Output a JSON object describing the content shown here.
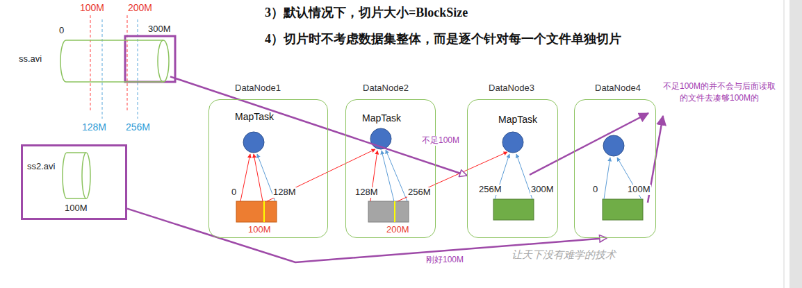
{
  "diagram": {
    "nodes": [
      {
        "text": [
          "ss.avi"
        ]
      },
      {
        "text": [
          "ss2.avi",
          "100M"
        ]
      },
      {
        "text": [
          "DataNode1",
          "MapTask"
        ]
      },
      {
        "text": [
          "DataNode2",
          "MapTask"
        ]
      },
      {
        "text": [
          "DataNode3",
          "MapTask"
        ]
      },
      {
        "text": [
          "DataNode4"
        ]
      }
    ],
    "edges": [
      {
        "from": 0,
        "to": 4,
        "arrow": "to",
        "label": "不足100M"
      },
      {
        "from": 1,
        "to": 5,
        "arrow": "to",
        "label": "刚好100M"
      }
    ],
    "labels": [
      "3）默认情况下，切片大小=BlockSize",
      "4）切片时不考虑数据集整体，而是逐个针对每一个文件单独切片",
      "0",
      "300M",
      "100M",
      "200M",
      "128M",
      "256M",
      "0",
      "128M",
      "100M",
      "128M",
      "256M",
      "200M",
      "256M",
      "300M",
      "0",
      "100M",
      "不足100M的并不会与后面读取的文件去凑够100M的",
      "让天下没有难学的技术"
    ]
  }
}
